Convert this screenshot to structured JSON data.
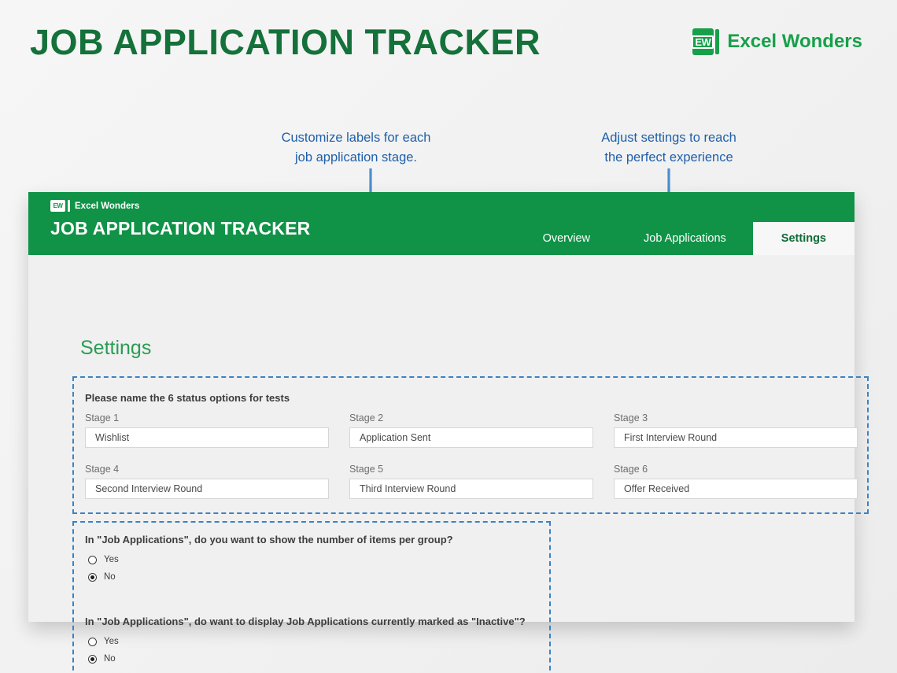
{
  "banner": {
    "title": "JOB APPLICATION TRACKER",
    "brand_name": "Excel Wonders",
    "brand_mark_text": "EW"
  },
  "annotations": [
    {
      "text": "Customize labels for each\njob application stage."
    },
    {
      "text": "Adjust settings to reach\nthe perfect experience"
    }
  ],
  "app": {
    "brand_name": "Excel Wonders",
    "brand_mark_text": "EW",
    "title": "JOB APPLICATION TRACKER",
    "tabs": [
      {
        "label": "Overview",
        "active": false
      },
      {
        "label": "Job Applications",
        "active": false
      },
      {
        "label": "Settings",
        "active": true
      }
    ],
    "page_heading": "Settings",
    "stages_section": {
      "title": "Please name the 6 status options for tests",
      "fields": [
        {
          "label": "Stage 1",
          "value": "Wishlist"
        },
        {
          "label": "Stage 2",
          "value": "Application Sent"
        },
        {
          "label": "Stage 3",
          "value": "First Interview Round"
        },
        {
          "label": "Stage 4",
          "value": "Second Interview Round"
        },
        {
          "label": "Stage 5",
          "value": "Third Interview Round"
        },
        {
          "label": "Stage 6",
          "value": "Offer Received"
        }
      ]
    },
    "options_section": {
      "question1": {
        "title": "In \"Job Applications\", do you want to show the number of items per group?",
        "options": [
          {
            "label": "Yes",
            "selected": false
          },
          {
            "label": "No",
            "selected": true
          }
        ]
      },
      "question2": {
        "title": "In \"Job Applications\", do want to display Job Applications currently marked as \"Inactive\"?",
        "options": [
          {
            "label": "Yes",
            "selected": false
          },
          {
            "label": "No",
            "selected": true
          }
        ]
      }
    }
  },
  "colors": {
    "brand_green": "#17a04a",
    "header_green": "#109247",
    "title_green": "#14713a",
    "heading_green": "#2a9c53",
    "annotation_blue": "#1f5fa8",
    "dashed_blue": "#3b82c4"
  }
}
